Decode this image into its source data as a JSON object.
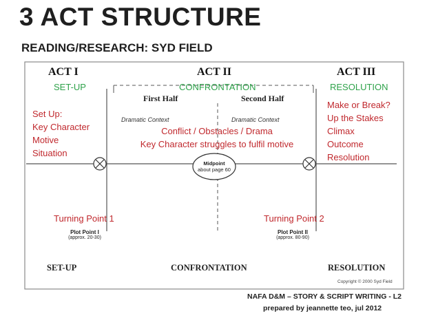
{
  "title": "3 ACT STRUCTURE",
  "subtitle": "READING/RESEARCH: SYD FIELD",
  "acts": [
    {
      "label": "ACT I",
      "phase": "SET-UP"
    },
    {
      "label": "ACT II",
      "phase": "CONFRONTATION"
    },
    {
      "label": "ACT III",
      "phase": "RESOLUTION"
    }
  ],
  "halves": {
    "first": "First Half",
    "second": "Second Half"
  },
  "dramatic_context": "Dramatic Context",
  "act1_notes": [
    "Set Up:",
    "Key Character",
    "Motive",
    "Situation"
  ],
  "act2_notes": [
    "Conflict / Obstacles / Drama",
    "Key Character struggles to fulfil motive"
  ],
  "act3_notes": [
    "Make or Break?",
    "Up the Stakes",
    "Climax",
    "Outcome",
    "Resolution"
  ],
  "midpoint": {
    "label": "Midpoint",
    "sub": "about page 60"
  },
  "turning_points": [
    "Turning Point 1",
    "Turning Point 2"
  ],
  "plot_points": [
    {
      "label": "Plot Point I",
      "sub": "(approx. 20-30)"
    },
    {
      "label": "Plot Point II",
      "sub": "(approx. 80-90)"
    }
  ],
  "bottom_labels": [
    "SET-UP",
    "CONFRONTATION",
    "RESOLUTION"
  ],
  "copyright": "Copyright © 2000 Syd Field",
  "footer": {
    "line1": "NAFA D&M – STORY & SCRIPT WRITING - L2",
    "line2": "prepared by jeannette teo, jul 2012"
  },
  "colors": {
    "green": "#2ea24a",
    "red": "#c0282d",
    "frame": "#888888"
  }
}
